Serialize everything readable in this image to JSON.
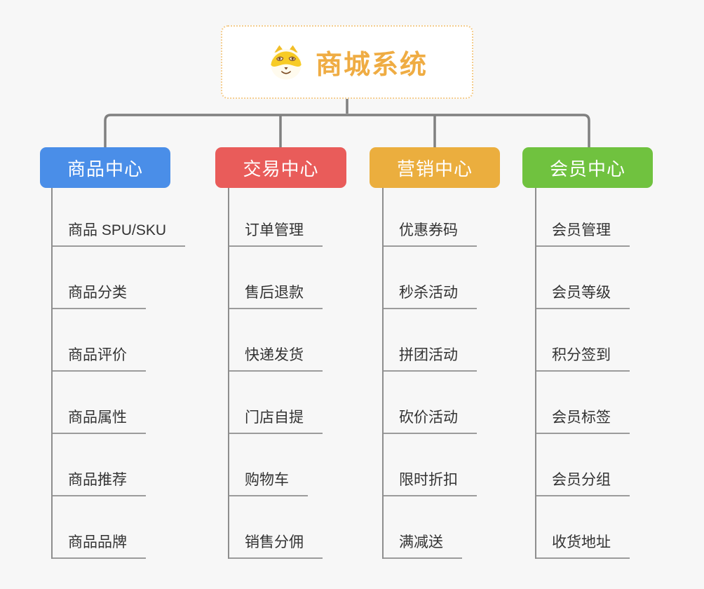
{
  "root": {
    "title": "商城系统",
    "icon": "dog-face-icon"
  },
  "branches": [
    {
      "name": "商品中心",
      "color": "#4A8EE8",
      "children": [
        "商品 SPU/SKU",
        "商品分类",
        "商品评价",
        "商品属性",
        "商品推荐",
        "商品品牌"
      ]
    },
    {
      "name": "交易中心",
      "color": "#E95C5A",
      "children": [
        "订单管理",
        "售后退款",
        "快递发货",
        "门店自提",
        "购物车",
        "销售分佣"
      ]
    },
    {
      "name": "营销中心",
      "color": "#EBAE3E",
      "children": [
        "优惠券码",
        "秒杀活动",
        "拼团活动",
        "砍价活动",
        "限时折扣",
        "满减送"
      ]
    },
    {
      "name": "会员中心",
      "color": "#70C23F",
      "children": [
        "会员管理",
        "会员等级",
        "积分签到",
        "会员标签",
        "会员分组",
        "收货地址"
      ]
    }
  ],
  "colors": {
    "background": "#F7F7F7",
    "root_text": "#EFAC43",
    "root_border": "#F4CD8E",
    "connector": "#808080",
    "underline": "#9C9C9C",
    "leaf_text": "#333333"
  }
}
